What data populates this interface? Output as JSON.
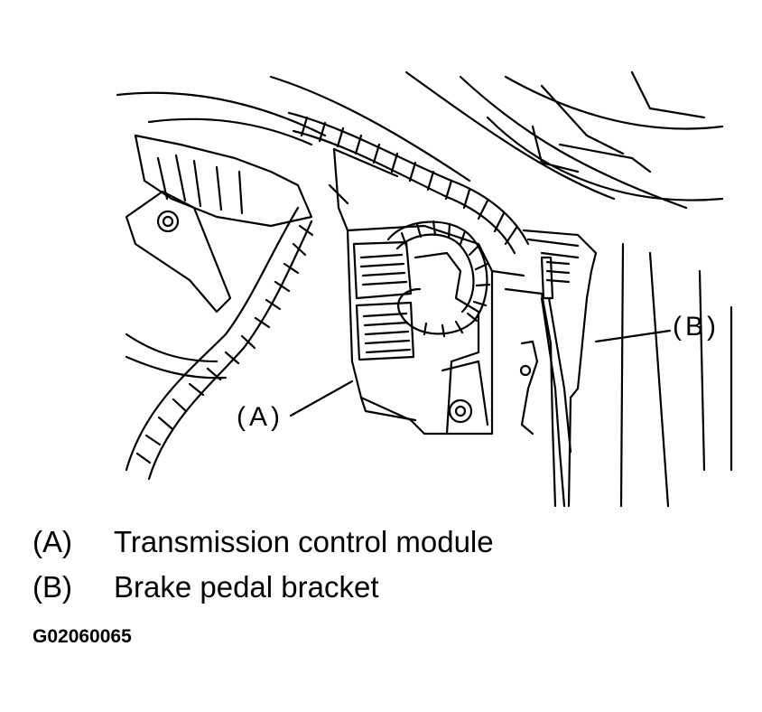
{
  "callouts": {
    "a": "(A)",
    "b": "(B)"
  },
  "legend": [
    {
      "key": "(A)",
      "text": "Transmission control module"
    },
    {
      "key": "(B)",
      "text": "Brake pedal bracket"
    }
  ],
  "figure_id": "G02060065"
}
